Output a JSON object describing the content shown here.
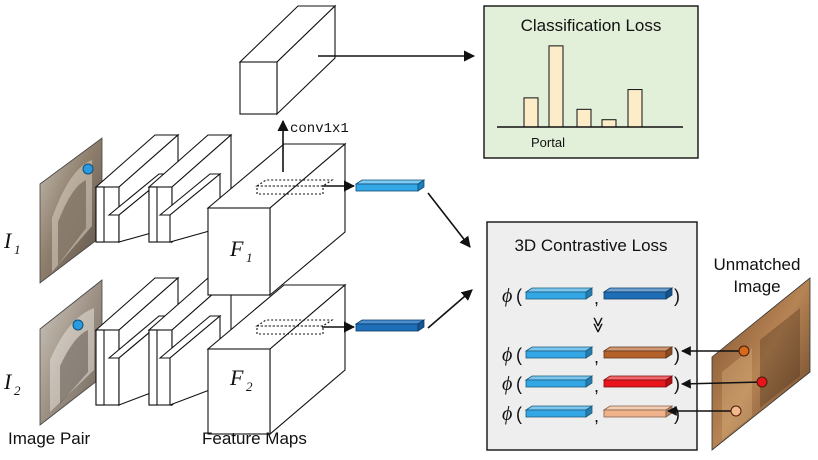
{
  "inputs": {
    "i1_label": "I",
    "i1_sub": "1",
    "i2_label": "I",
    "i2_sub": "2",
    "caption": "Image Pair"
  },
  "feature_maps": {
    "f1_label": "F",
    "f1_sub": "1",
    "f2_label": "F",
    "f2_sub": "2",
    "caption": "Feature Maps"
  },
  "conv_label": "conv1x1",
  "classification": {
    "title": "Classification Loss",
    "category_label": "Portal",
    "bars": [
      0.28,
      0.78,
      0.17,
      0.07,
      0.36
    ]
  },
  "contrastive": {
    "title": "3D Contrastive Loss",
    "phi": "ϕ",
    "open": "(",
    "comma": ",",
    "close": ")",
    "arrow": "≫",
    "rows": [
      {
        "right_color": "#1f6fb8"
      },
      {
        "right_color": "#b5622a"
      },
      {
        "right_color": "#e8161b"
      },
      {
        "right_color": "#f0b28a"
      }
    ],
    "left_color": "#33a7e6"
  },
  "unmatched": {
    "line1": "Unmatched",
    "line2": "Image",
    "dot_colors": [
      "#d56a1e",
      "#e8161b",
      "#f2b98d"
    ]
  },
  "colors": {
    "classification_bg": "#e3f0d9",
    "contrastive_bg": "#eeeeee",
    "bar_fill": "#fcecc8",
    "point_blue": "#2b9be0"
  }
}
